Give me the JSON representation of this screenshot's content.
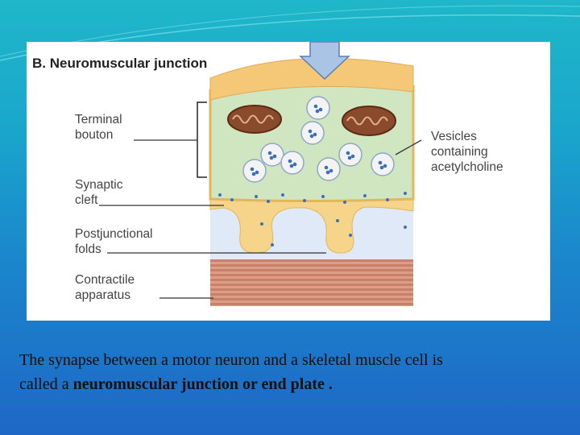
{
  "figure": {
    "title": "B. Neuromuscular junction",
    "labels": {
      "terminal_bouton": [
        "Terminal",
        "bouton"
      ],
      "synaptic_cleft": [
        "Synaptic",
        "cleft"
      ],
      "postjunctional_folds": [
        "Postjunctional",
        "folds"
      ],
      "contractile_apparatus": [
        "Contractile",
        "apparatus"
      ],
      "vesicles": [
        "Vesicles",
        "containing",
        "acetylcholine"
      ]
    }
  },
  "caption": {
    "line1": "The synapse between a motor neuron and a skeletal muscle cell is",
    "line2_prefix": "called a ",
    "line2_bold": "neuromuscular junction or end plate .",
    "line2_suffix": ""
  }
}
